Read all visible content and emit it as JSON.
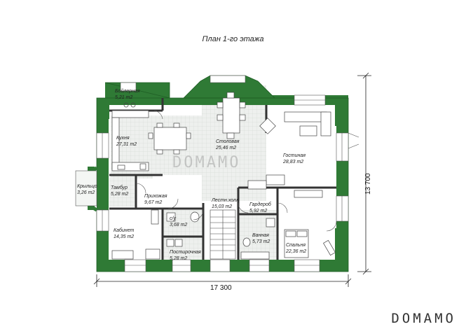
{
  "title": "План 1-го этажа",
  "dimensions": {
    "width": "17 300",
    "height": "13 700"
  },
  "watermark": "DOMAMO",
  "colors": {
    "wall": "#2f7a35",
    "wall_dark": "#1f5e25",
    "line": "#222222",
    "floor": "#e9ece9"
  },
  "rooms": [
    {
      "id": "boiler",
      "name": "Бойлерная",
      "area": "5,21 m2"
    },
    {
      "id": "kitchen",
      "name": "Кухня",
      "area": "27,31 m2"
    },
    {
      "id": "dining",
      "name": "Столовая",
      "area": "25,46 m2"
    },
    {
      "id": "living",
      "name": "Гостиная",
      "area": "28,83 m2"
    },
    {
      "id": "porch",
      "name": "Крыльцо",
      "area": "3,26 m2"
    },
    {
      "id": "vestibule",
      "name": "Тамбур",
      "area": "5,28 m2"
    },
    {
      "id": "hall",
      "name": "Прихожая",
      "area": "9,67 m2"
    },
    {
      "id": "stairhall",
      "name": "Лестн.холл",
      "area": "15,03 m2"
    },
    {
      "id": "wardrobe",
      "name": "Гардероб",
      "area": "5,92 m2"
    },
    {
      "id": "study",
      "name": "Кабинет",
      "area": "14,35 m2"
    },
    {
      "id": "wc",
      "name": "с/у",
      "area": "3,68 m2"
    },
    {
      "id": "laundry",
      "name": "Постирочная",
      "area": "5,28 m2"
    },
    {
      "id": "bathroom",
      "name": "Ванная",
      "area": "5,73 m2"
    },
    {
      "id": "bedroom",
      "name": "Спальня",
      "area": "22,36 m2"
    }
  ]
}
